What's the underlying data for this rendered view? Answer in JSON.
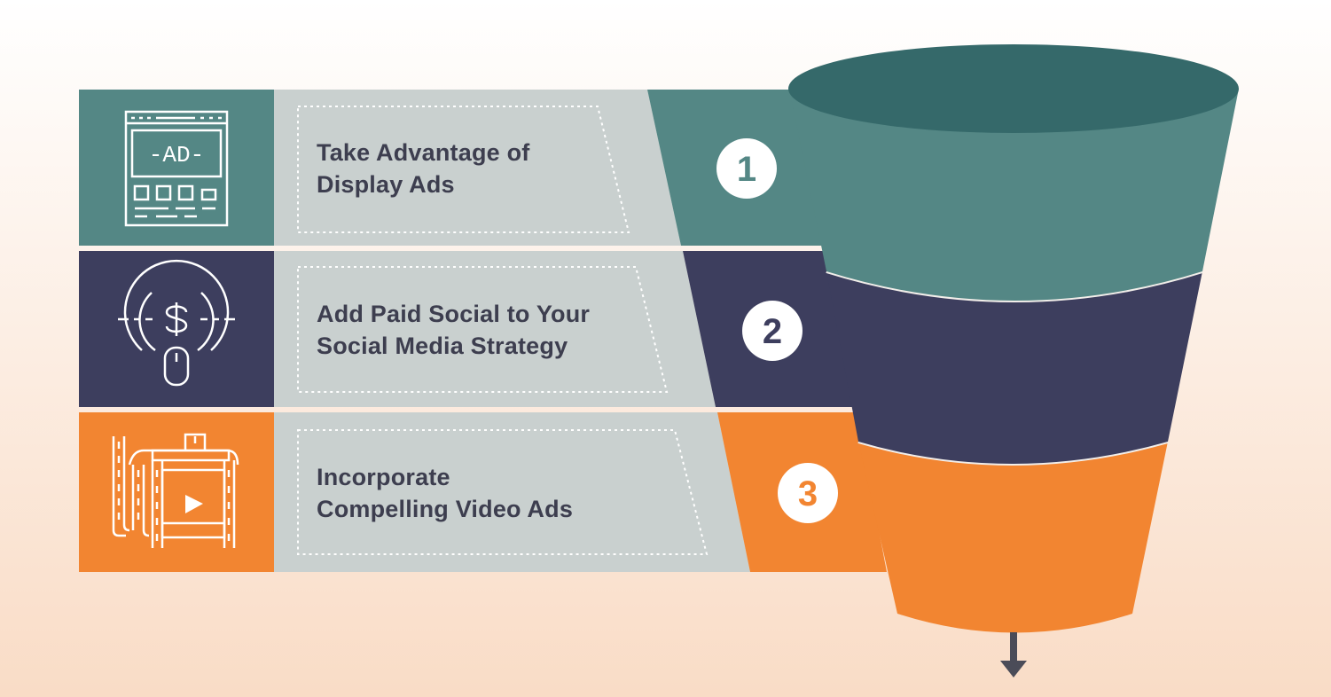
{
  "steps": [
    {
      "number": "1",
      "icon": "ad-window-icon",
      "lines": [
        "Take Advantage of",
        "Display Ads"
      ],
      "color": "#548785"
    },
    {
      "number": "2",
      "icon": "dollar-mouse-icon",
      "lines": [
        "Add Paid Social to Your",
        "Social Media Strategy"
      ],
      "color": "#3d3e5e"
    },
    {
      "number": "3",
      "icon": "video-film-icon",
      "lines": [
        "Incorporate",
        "Compelling Video Ads"
      ],
      "color": "#f28531"
    }
  ],
  "icons": {
    "ad_text": "-AD-"
  },
  "colors": {
    "background_top": "#ffffff",
    "background_bottom": "#f9dcc6",
    "panel_gray": "#c9d0cf",
    "funnel_rim": "#35696a",
    "text": "#3d3e4f"
  }
}
